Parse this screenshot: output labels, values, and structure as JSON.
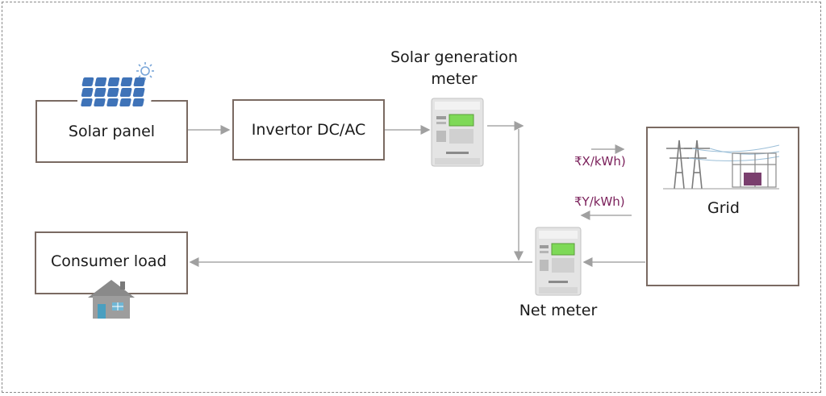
{
  "nodes": {
    "solar_panel": "Solar panel",
    "inverter": "Invertor DC/AC",
    "solar_meter": "Solar generation meter",
    "consumer_load": "Consumer load",
    "grid": "Grid",
    "net_meter": "Net meter"
  },
  "rates": {
    "export": "₹X/kWh)",
    "import": "₹Y/kWh)"
  },
  "colors": {
    "box_border": "#7a6a62",
    "arrow": "#a0a0a0",
    "rate_text": "#7a1f5a",
    "meter_display": "#7ed957"
  }
}
